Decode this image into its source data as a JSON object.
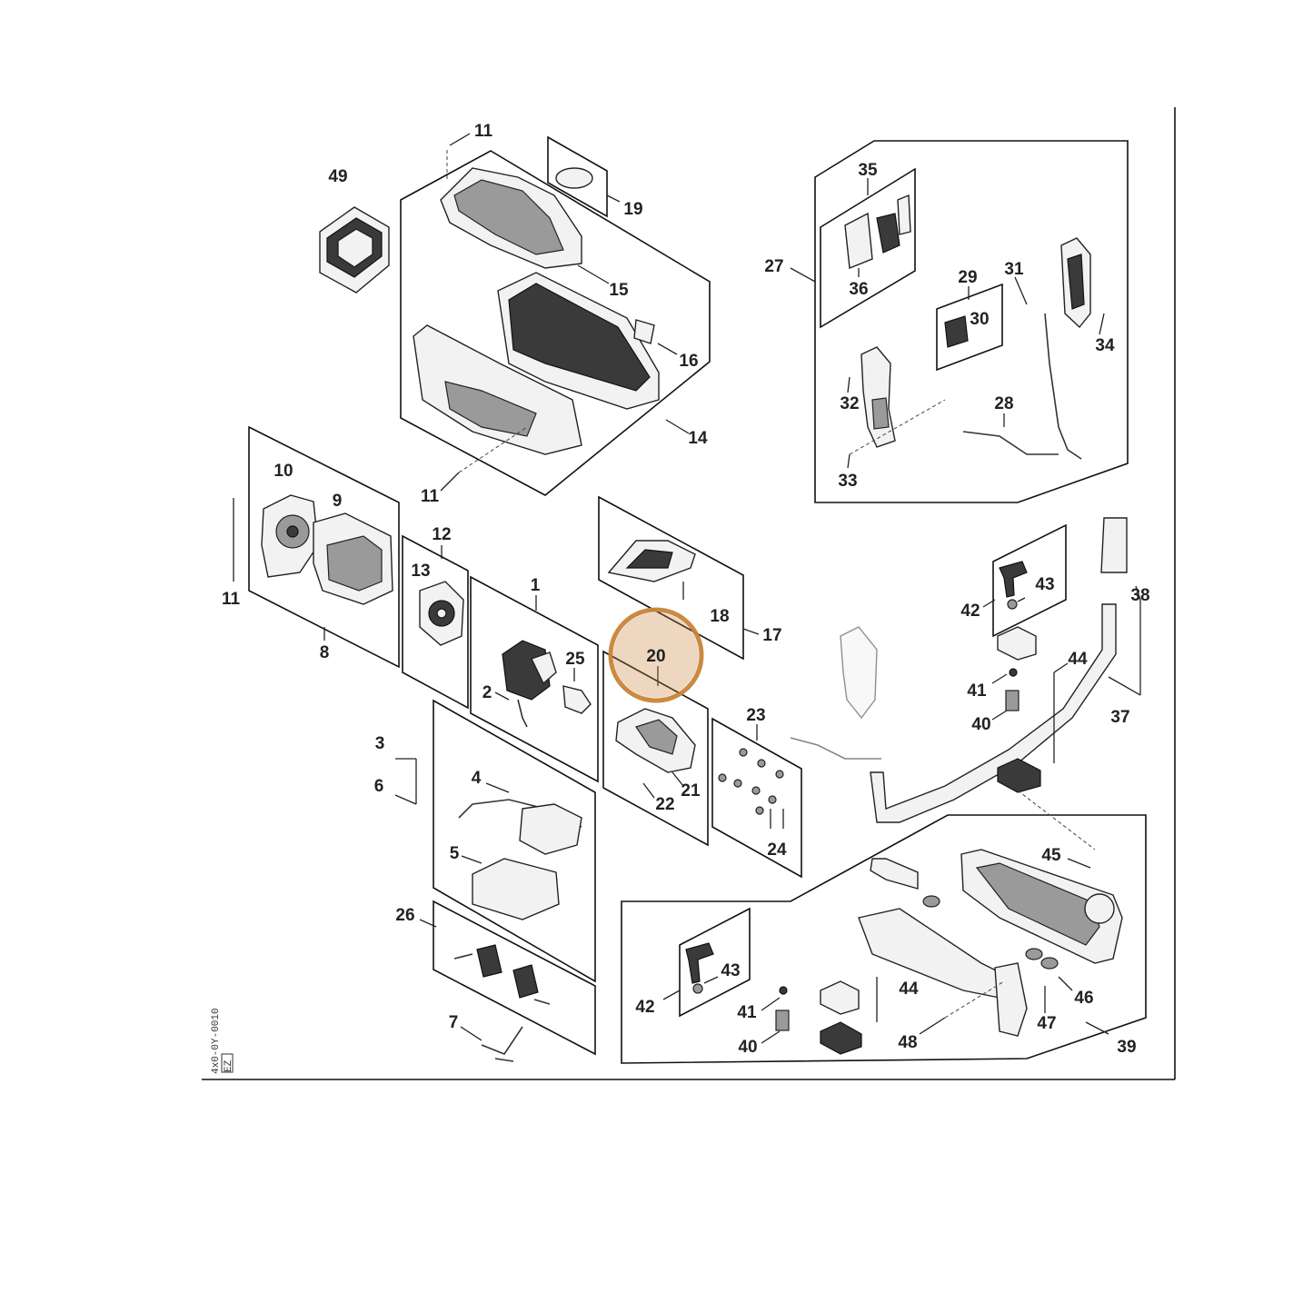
{
  "diagram": {
    "highlight": {
      "label": "20",
      "color": "#c8833a"
    },
    "callouts": {
      "n1": "1",
      "n2": "2",
      "n3": "3",
      "n4": "4",
      "n5": "5",
      "n6": "6",
      "n7": "7",
      "n8": "8",
      "n9": "9",
      "n10": "10",
      "n11a": "11",
      "n11b": "11",
      "n11c": "11",
      "n12": "12",
      "n13": "13",
      "n14": "14",
      "n15": "15",
      "n16": "16",
      "n17": "17",
      "n18": "18",
      "n19": "19",
      "n21": "21",
      "n22": "22",
      "n23": "23",
      "n24": "24",
      "n25": "25",
      "n26": "26",
      "n27": "27",
      "n28": "28",
      "n29": "29",
      "n30": "30",
      "n31": "31",
      "n32": "32",
      "n33": "33",
      "n34": "34",
      "n35": "35",
      "n36": "36",
      "n37": "37",
      "n38": "38",
      "n39": "39",
      "n40a": "40",
      "n40b": "40",
      "n41a": "41",
      "n41b": "41",
      "n42a": "42",
      "n42b": "42",
      "n43a": "43",
      "n43b": "43",
      "n44a": "44",
      "n44b": "44",
      "n45": "45",
      "n46": "46",
      "n47": "47",
      "n48": "48",
      "n49": "49"
    },
    "side_code": "4x0-0Y-0010",
    "side_tag": "EZ"
  }
}
